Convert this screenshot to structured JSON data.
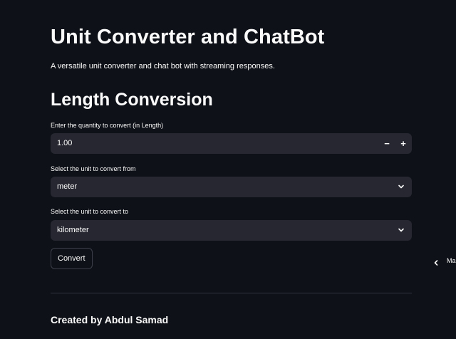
{
  "header": {
    "title": "Unit Converter and ChatBot",
    "subtitle": "A versatile unit converter and chat bot with streaming responses."
  },
  "conversion": {
    "section_title": "Length Conversion",
    "quantity": {
      "label": "Enter the quantity to convert (in Length)",
      "value": "1.00",
      "decrement": "−",
      "increment": "+"
    },
    "from_unit": {
      "label": "Select the unit to convert from",
      "selected": "meter"
    },
    "to_unit": {
      "label": "Select the unit to convert to",
      "selected": "kilometer"
    },
    "convert_label": "Convert"
  },
  "footer": {
    "credit": "Created by Abdul Samad"
  },
  "side_toggle": {
    "label": "Ma"
  },
  "colors": {
    "background": "#0e1117",
    "field": "#262730",
    "text": "#fafafa",
    "border": "#3d3f4a"
  },
  "icons": {
    "select_chevron": "chevron-down-icon",
    "side_arrow": "chevron-left-icon"
  }
}
